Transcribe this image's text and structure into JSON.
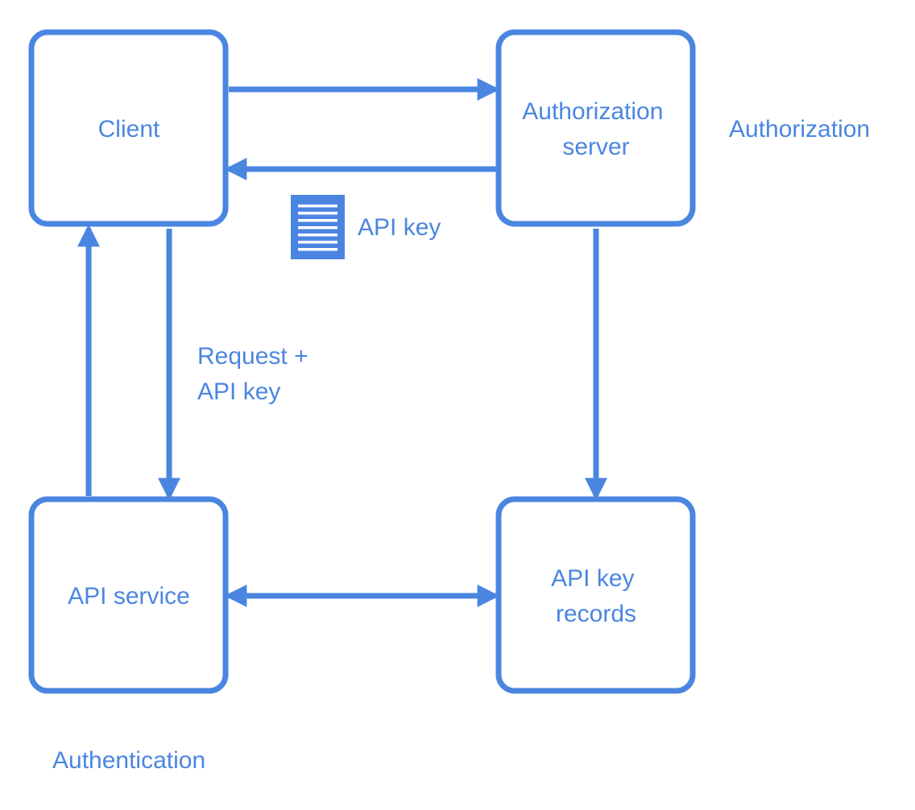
{
  "colors": {
    "accent": "#4a86e0",
    "background": "#ffffff"
  },
  "nodes": {
    "client": {
      "label": "Client"
    },
    "auth_server": {
      "line1": "Authorization",
      "line2": "server"
    },
    "api_service": {
      "label": "API service"
    },
    "key_records": {
      "line1": "API key",
      "line2": "records"
    }
  },
  "labels": {
    "authorization": "Authorization",
    "authentication": "Authentication",
    "api_key": "API key",
    "request_line1": "Request +",
    "request_line2": "API key"
  },
  "icons": {
    "api_key_document": "document-icon"
  },
  "edges": [
    {
      "id": "client-to-auth",
      "from": "client",
      "to": "auth_server"
    },
    {
      "id": "auth-to-client",
      "from": "auth_server",
      "to": "client"
    },
    {
      "id": "client-to-service",
      "from": "client",
      "to": "api_service"
    },
    {
      "id": "service-to-client",
      "from": "api_service",
      "to": "client"
    },
    {
      "id": "auth-to-records",
      "from": "auth_server",
      "to": "key_records"
    },
    {
      "id": "service-records",
      "from": "api_service",
      "to": "key_records",
      "bidirectional": true
    }
  ]
}
